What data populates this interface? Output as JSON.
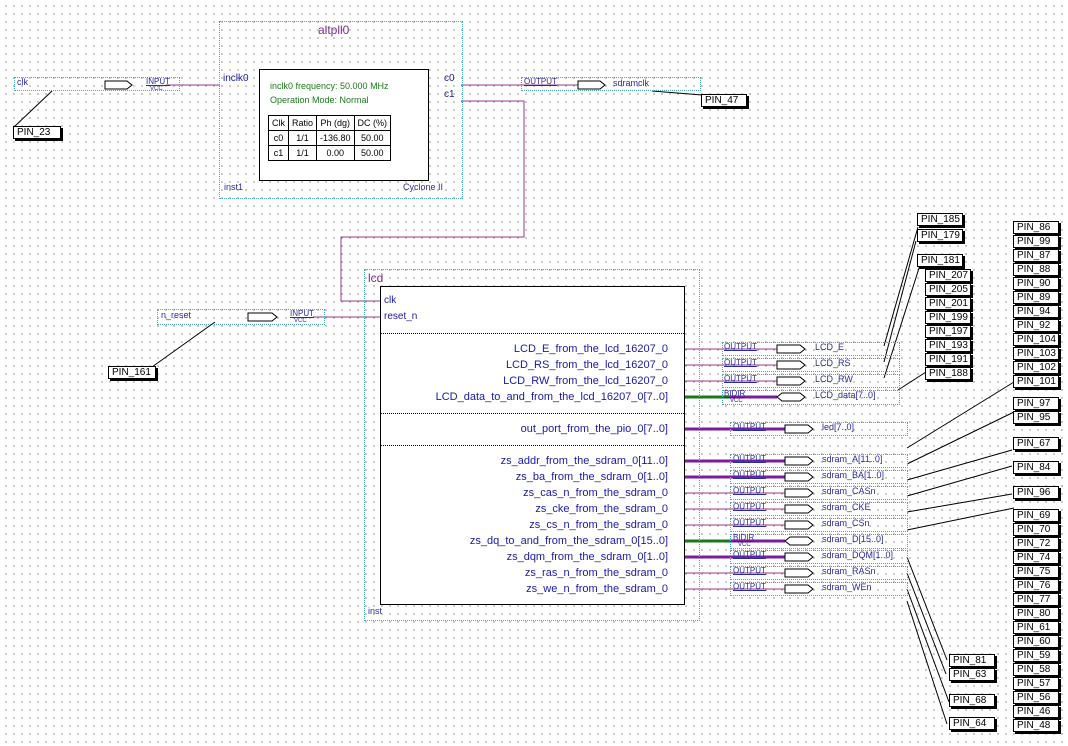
{
  "colors": {
    "wire": "#9a3a88",
    "bus": "#7a1fa2",
    "bidir_bus": "#1a7a1a",
    "symbol_border": "#4aa7b5",
    "text": "#1a1aa0"
  },
  "pll": {
    "title": "altpll0",
    "inst": "inst1",
    "device": "Cyclone II",
    "in_port": "inclk0",
    "out_c0": "c0",
    "out_c1": "c1",
    "freq_line": "inclk0 frequency: 50.000 MHz",
    "mode_line": "Operation Mode: Normal",
    "table_headers": [
      "Clk",
      "Ratio",
      "Ph (dg)",
      "DC (%)"
    ],
    "table_rows": [
      [
        "c0",
        "1/1",
        "-136.80",
        "50.00"
      ],
      [
        "c1",
        "1/1",
        "0.00",
        "50.00"
      ]
    ]
  },
  "top_io": {
    "clk_name": "clk",
    "input_kw": "INPUT",
    "vcc": "VCC",
    "clk_pin": "PIN_23",
    "sdramclk_name": "sdramclk",
    "output_kw": "OUTPUT",
    "sdramclk_pin": "PIN_47",
    "reset_name": "n_reset",
    "reset_pin": "PIN_161",
    "bidir_kw": "BIDIR"
  },
  "lcd": {
    "title": "lcd",
    "inst": "inst",
    "in_ports": [
      "clk",
      "reset_n"
    ],
    "out_ports": [
      "LCD_E_from_the_lcd_16207_0",
      "LCD_RS_from_the_lcd_16207_0",
      "LCD_RW_from_the_lcd_16207_0",
      "LCD_data_to_and_from_the_lcd_16207_0[7..0]",
      "out_port_from_the_pio_0[7..0]",
      "zs_addr_from_the_sdram_0[11..0]",
      "zs_ba_from_the_sdram_0[1..0]",
      "zs_cas_n_from_the_sdram_0",
      "zs_cke_from_the_sdram_0",
      "zs_cs_n_from_the_sdram_0",
      "zs_dq_to_and_from_the_sdram_0[15..0]",
      "zs_dqm_from_the_sdram_0[1..0]",
      "zs_ras_n_from_the_sdram_0",
      "zs_we_n_from_the_sdram_0"
    ]
  },
  "out_pins": [
    {
      "kw": "OUTPUT",
      "name": "LCD_E"
    },
    {
      "kw": "OUTPUT",
      "name": "LCD_RS"
    },
    {
      "kw": "OUTPUT",
      "name": "LCD_RW"
    },
    {
      "kw": "BIDIR",
      "name": "LCD_data[7..0]"
    },
    {
      "kw": "OUTPUT",
      "name": "led[7..0]"
    },
    {
      "kw": "OUTPUT",
      "name": "sdram_A[11..0]"
    },
    {
      "kw": "OUTPUT",
      "name": "sdram_BA[1..0]"
    },
    {
      "kw": "OUTPUT",
      "name": "sdram_CASn"
    },
    {
      "kw": "OUTPUT",
      "name": "sdram_CKE"
    },
    {
      "kw": "OUTPUT",
      "name": "sdram_CSn"
    },
    {
      "kw": "BIDIR",
      "name": "sdram_D[15..0]"
    },
    {
      "kw": "OUTPUT",
      "name": "sdram_DQM[1..0]"
    },
    {
      "kw": "OUTPUT",
      "name": "sdram_RASn"
    },
    {
      "kw": "OUTPUT",
      "name": "sdram_WEn"
    }
  ],
  "pin_boxes": {
    "lcd_ctrl": [
      "PIN_185",
      "PIN_179",
      "PIN_181"
    ],
    "lcd_data": [
      "PIN_207",
      "PIN_205",
      "PIN_201",
      "PIN_199",
      "PIN_197",
      "PIN_193",
      "PIN_191",
      "PIN_188"
    ],
    "led": [
      "PIN_86",
      "PIN_99",
      "PIN_87",
      "PIN_88",
      "PIN_90",
      "PIN_89",
      "PIN_94",
      "PIN_92"
    ],
    "addr": [
      "PIN_104",
      "PIN_103",
      "PIN_102",
      "PIN_101",
      "PIN_97",
      "PIN_95"
    ],
    "misc": [
      "PIN_67",
      "PIN_84",
      "PIN_96"
    ],
    "data_col": [
      "PIN_69",
      "PIN_70",
      "PIN_72",
      "PIN_74",
      "PIN_75",
      "PIN_76",
      "PIN_77",
      "PIN_80",
      "PIN_61",
      "PIN_60",
      "PIN_59",
      "PIN_58",
      "PIN_57",
      "PIN_56",
      "PIN_46",
      "PIN_48"
    ],
    "bottom": [
      "PIN_81",
      "PIN_63",
      "PIN_68",
      "PIN_64"
    ]
  }
}
